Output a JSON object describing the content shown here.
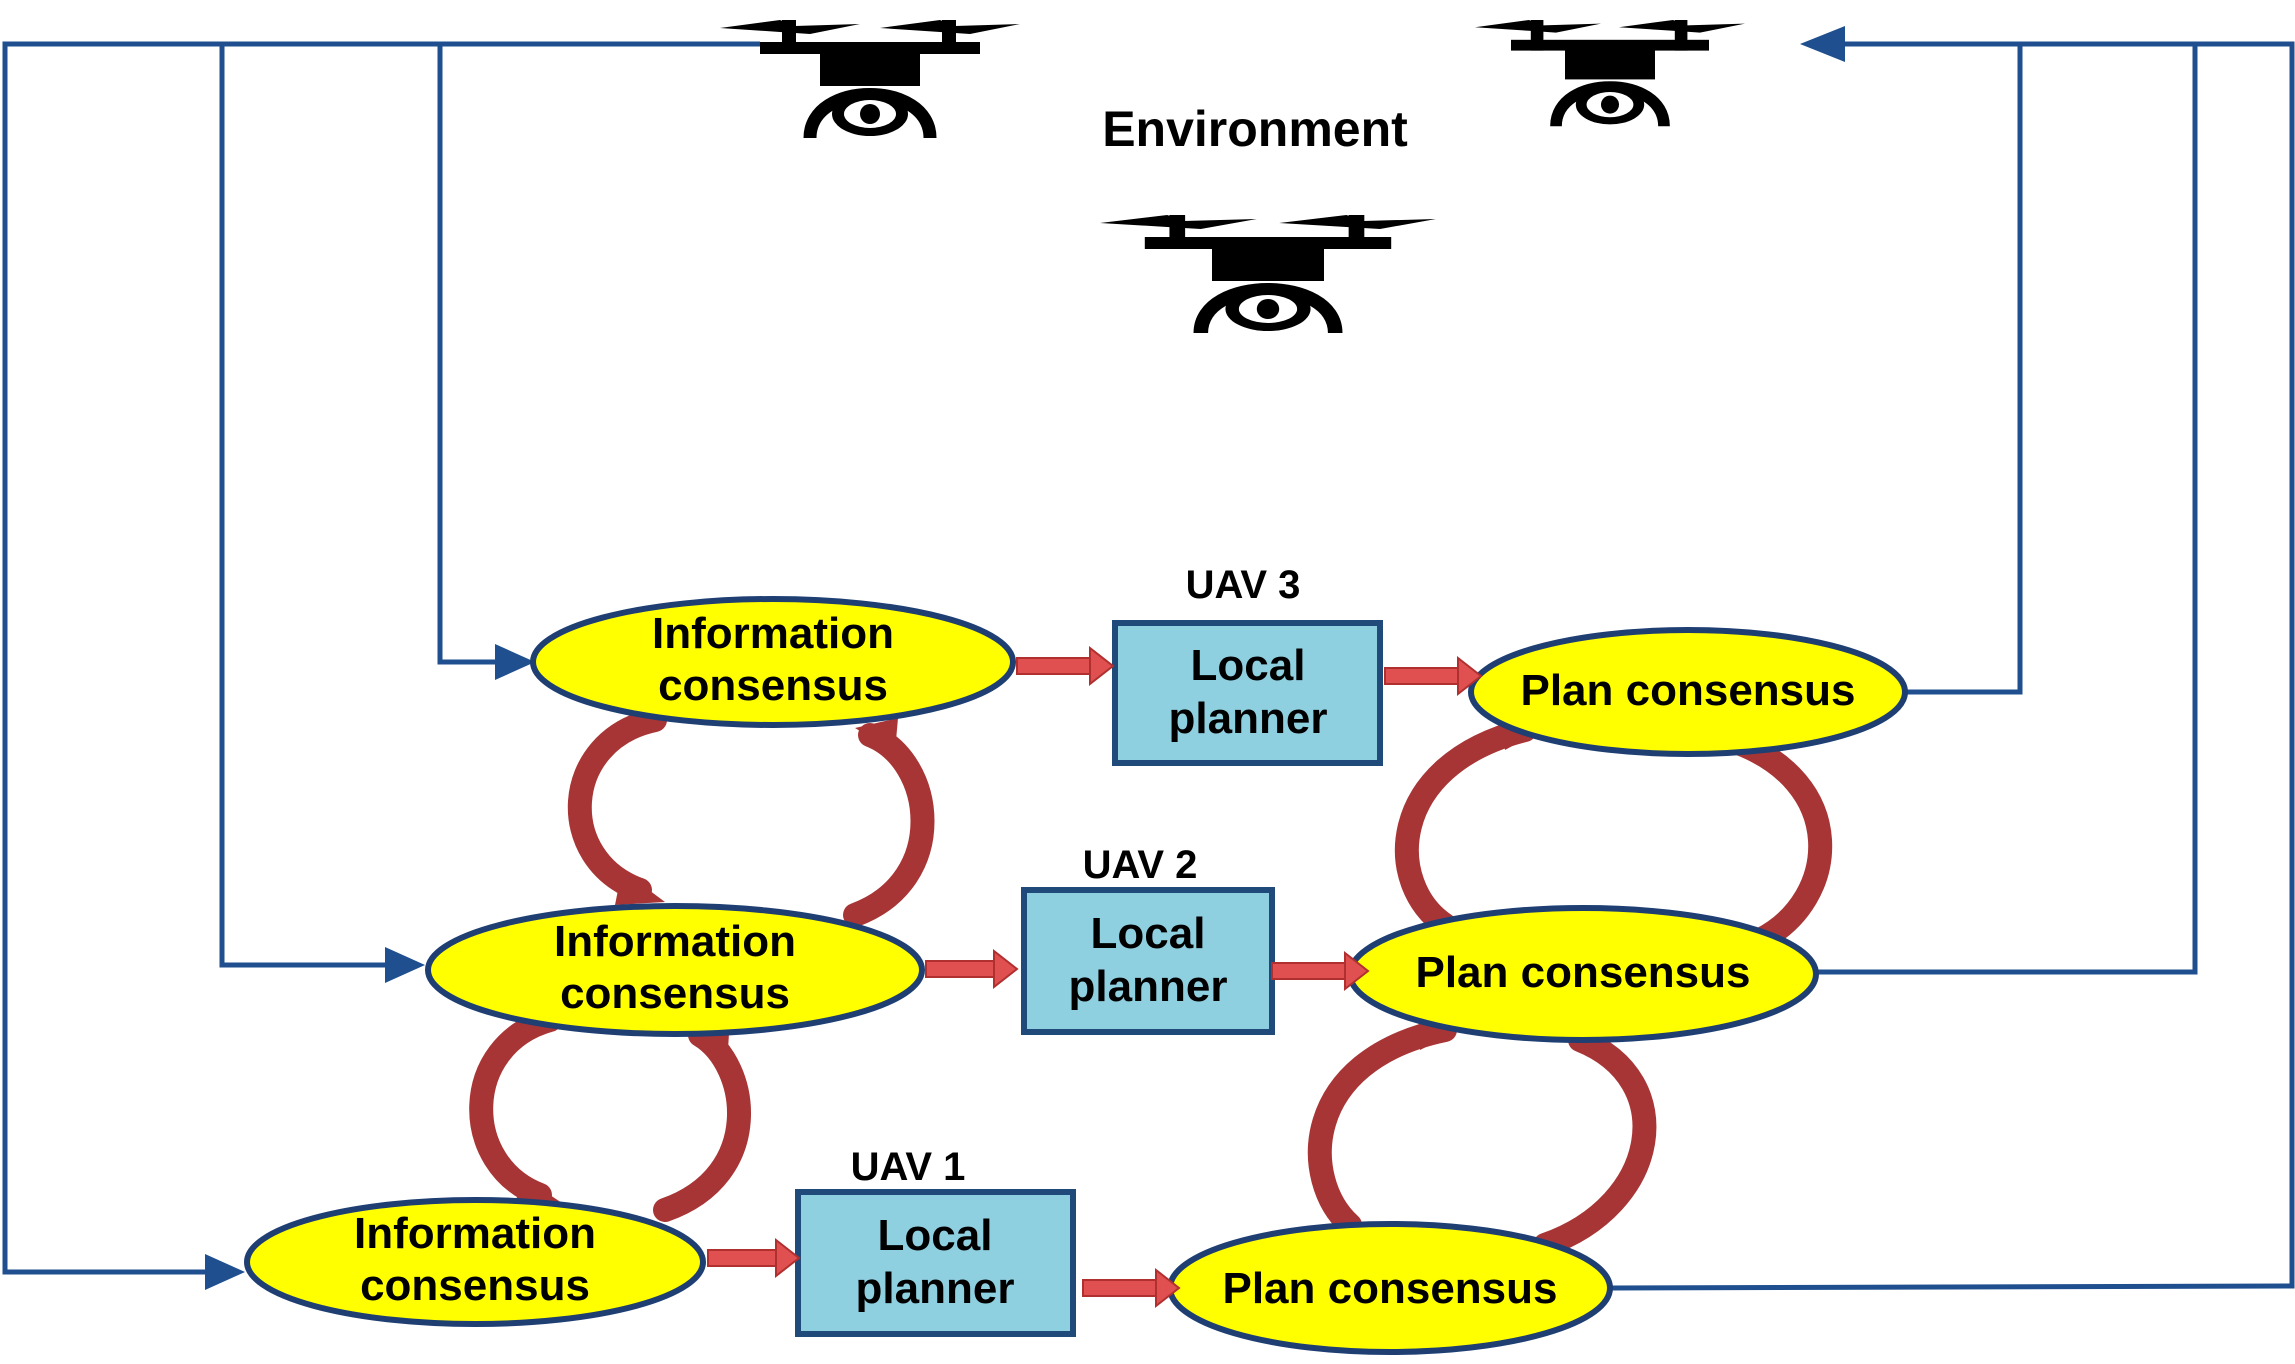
{
  "environment_label": "Environment",
  "uavs": [
    {
      "name": "UAV 3",
      "info": [
        "Information",
        "consensus"
      ],
      "planner": [
        "Local",
        "planner"
      ],
      "plan": "Plan consensus"
    },
    {
      "name": "UAV 2",
      "info": [
        "Information",
        "consensus"
      ],
      "planner": [
        "Local",
        "planner"
      ],
      "plan": "Plan consensus"
    },
    {
      "name": "UAV 1",
      "info": [
        "Information",
        "consensus"
      ],
      "planner": [
        "Local",
        "planner"
      ],
      "plan": "Plan consensus"
    }
  ],
  "colors": {
    "ellipse_fill": "#ffff00",
    "box_fill": "#8ecfe0",
    "feedback_line": "#1f4f8f",
    "cycle_arrow": "#a83535",
    "flow_arrow": "#e05050"
  },
  "icons": [
    "drone-icon",
    "drone-icon",
    "drone-icon"
  ]
}
